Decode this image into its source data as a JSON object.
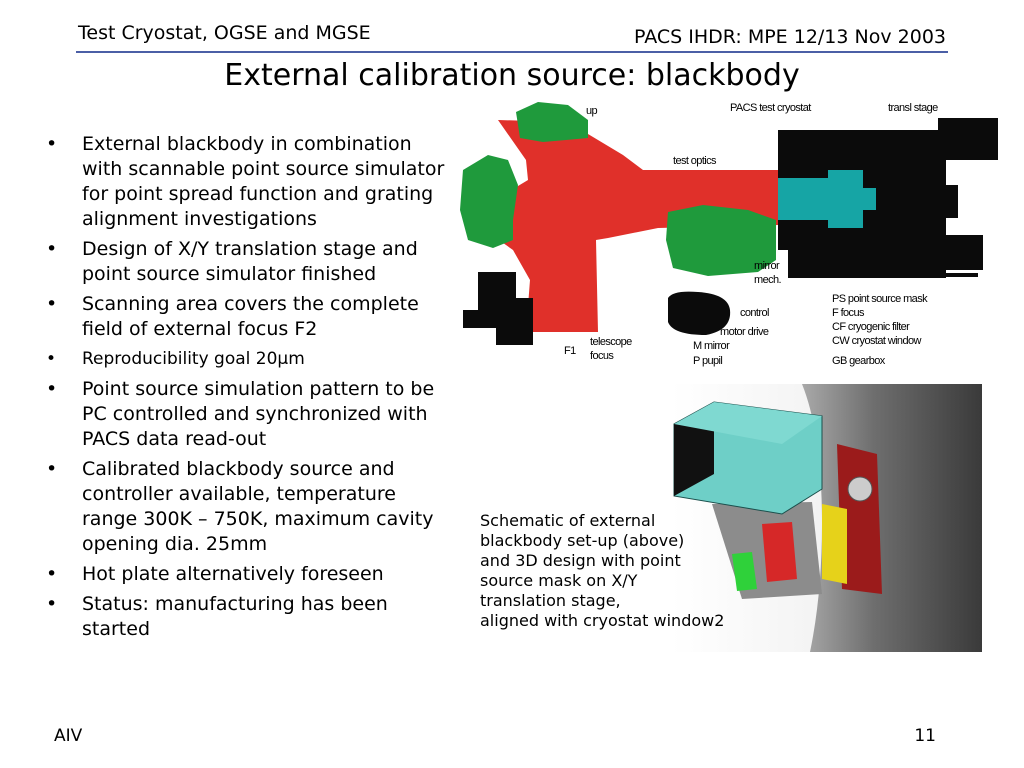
{
  "header": {
    "left": "Test Cryostat, OGSE and MGSE",
    "right": "PACS IHDR: MPE 12/13 Nov 2003"
  },
  "title": "External calibration source: blackbody",
  "bullets": [
    "External blackbody in combination with scannable point source simulator for point spread function and grating alignment investigations",
    "Design of X/Y translation stage and point source simulator finished",
    "Scanning area covers the complete field of external focus F2",
    "Reproducibility goal 20µm",
    "Point source simulation pattern to be PC controlled and synchronized with PACS data read-out",
    "Calibrated blackbody source and controller available, temperature range 300K – 750K, maximum cavity opening dia. 25mm",
    "Hot plate alternatively foreseen",
    "Status: manufacturing has been started"
  ],
  "bullet_symbol": "•",
  "schematic": {
    "labels": {
      "cryostat": "PACS test cryostat",
      "stage": "transl stage",
      "optics": "test optics",
      "mirror": "mirror",
      "mech": "mech.",
      "control": "control",
      "drive": "motor drive",
      "psm": "PS point source mask",
      "focus": "F focus",
      "cf": "CF cryogenic filter",
      "cw": "CW cryostat window",
      "mirror2": "M mirror",
      "pupil": "P pupil",
      "gb": "GB gearbox",
      "tel": "telescope",
      "tel_focus": "focus",
      "f1": "F1",
      "top_left": "up"
    }
  },
  "caption": [
    "Schematic of external",
    "blackbody set-up (above)",
    "and 3D design with point",
    "source mask on X/Y",
    "translation stage,",
    "aligned with cryostat window2"
  ],
  "footer": {
    "left": "AIV",
    "page": "11"
  },
  "colors": {
    "header_line": "#4b5fa6",
    "red": "#e0302a",
    "green": "#1f9a3c",
    "teal": "#16a5a5",
    "black": "#0b0b0b"
  }
}
